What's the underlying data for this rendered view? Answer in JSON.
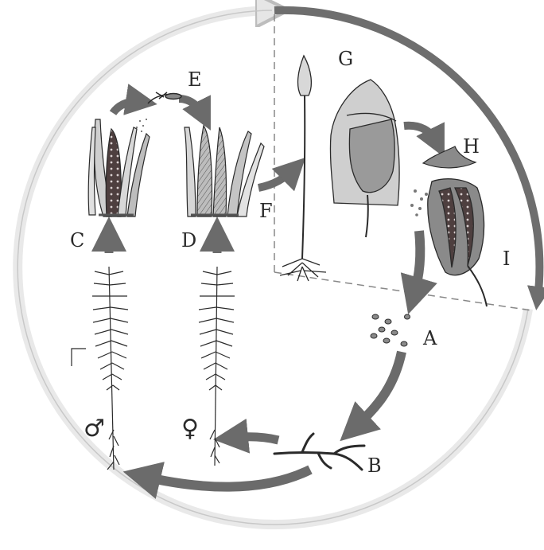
{
  "diagram": {
    "labels": {
      "A": "A",
      "B": "B",
      "C": "C",
      "D": "D",
      "E": "E",
      "F": "F",
      "G": "G",
      "H": "H",
      "I": "I",
      "male_symbol": "♂",
      "female_symbol": "♀"
    },
    "colors": {
      "outer_ring_light": "#d0d0d0",
      "outer_ring_dark": "#6e6e6e",
      "process_arrow": "#6b6b6b",
      "ink": "#2a2a2a",
      "capsule_fill": "#5a4a4a"
    }
  }
}
